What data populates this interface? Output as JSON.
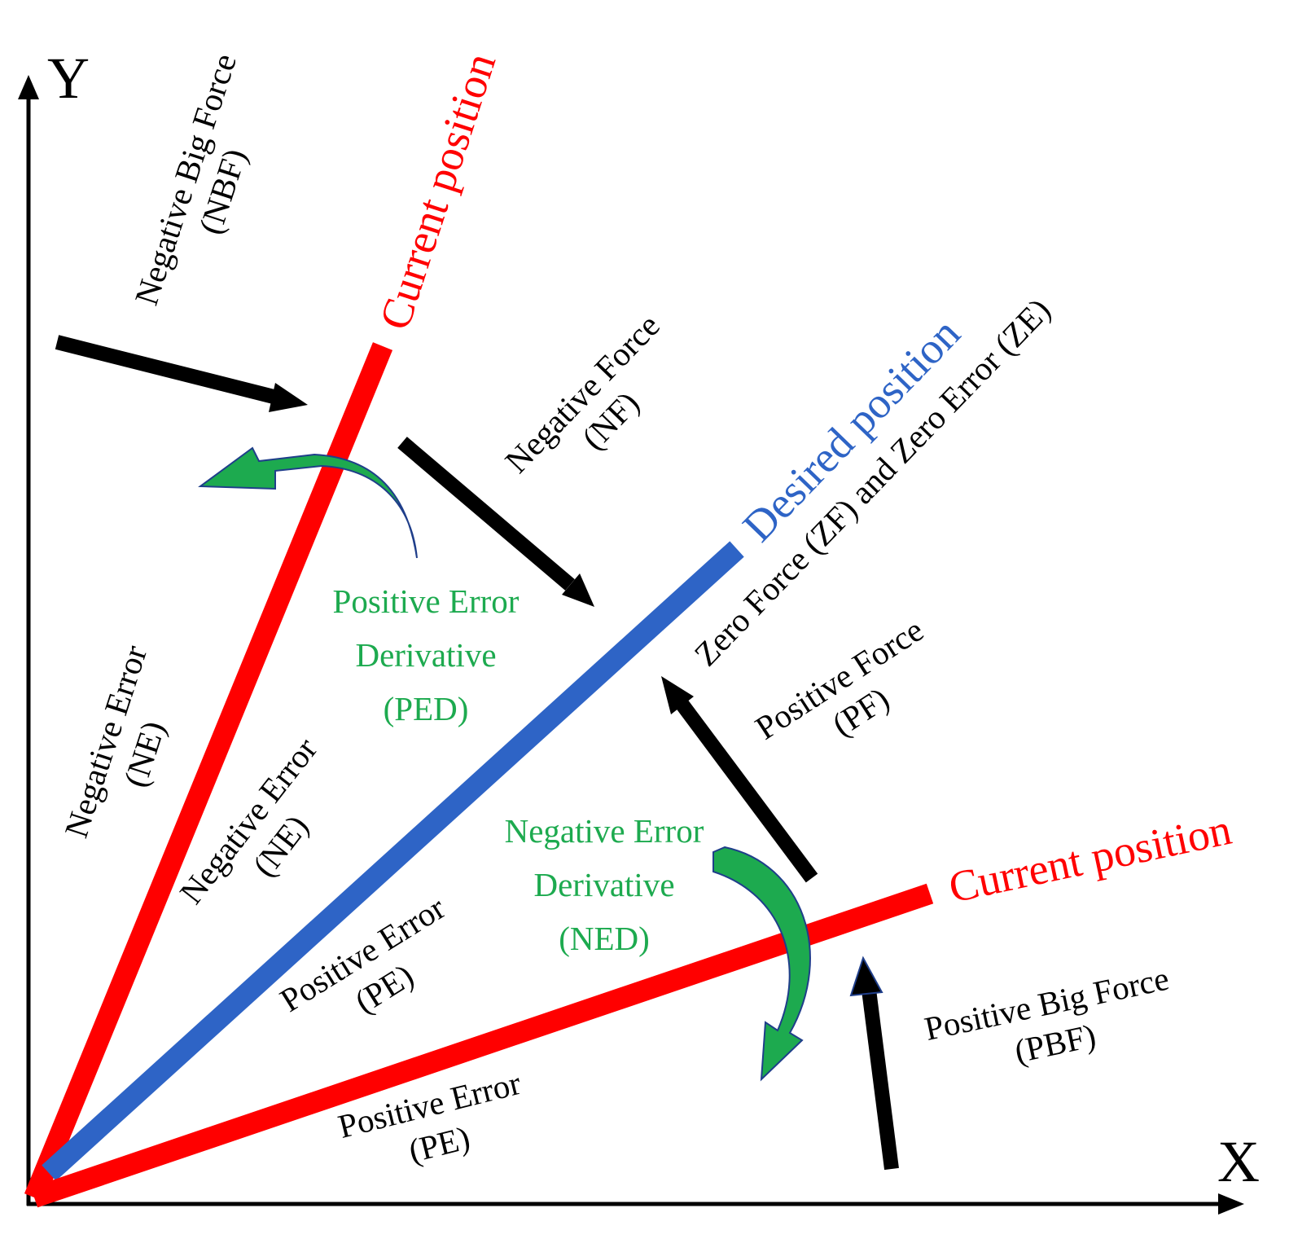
{
  "axes": {
    "y_label": "Y",
    "x_label": "X"
  },
  "lines": {
    "current_position_upper": {
      "label": "Current position",
      "color": "#ff0000"
    },
    "current_position_lower": {
      "label": "Current position",
      "color": "#ff0000"
    },
    "desired_position": {
      "label": "Desired position",
      "color": "#2e64c6",
      "zero_label": "Zero Force (ZF) and Zero Error (ZE)"
    }
  },
  "regions": {
    "nbf": {
      "line1": "Negative Big Force",
      "line2": "(NBF)"
    },
    "nf": {
      "line1": "Negative Force",
      "line2": "(NF)"
    },
    "pf": {
      "line1": "Positive Force",
      "line2": "(PF)"
    },
    "pbf": {
      "line1": "Positive Big Force",
      "line2": "(PBF)"
    },
    "ne_outer": {
      "line1": "Negative Error",
      "line2": "(NE)"
    },
    "ne_inner": {
      "line1": "Negative Error",
      "line2": "(NE)"
    },
    "pe_inner": {
      "line1": "Positive Error",
      "line2": "(PE)"
    },
    "pe_outer": {
      "line1": "Positive Error",
      "line2": "(PE)"
    }
  },
  "derivatives": {
    "ped": {
      "line1": "Positive Error",
      "line2": "Derivative",
      "line3": "(PED)",
      "color": "#1daa4f"
    },
    "ned": {
      "line1": "Negative Error",
      "line2": "Derivative",
      "line3": "(NED)",
      "color": "#1daa4f"
    }
  },
  "colors": {
    "text": "#000000",
    "arrow": "#000000",
    "curved_arrow_fill": "#1daa4f",
    "curved_arrow_stroke": "#1f3e8a"
  }
}
